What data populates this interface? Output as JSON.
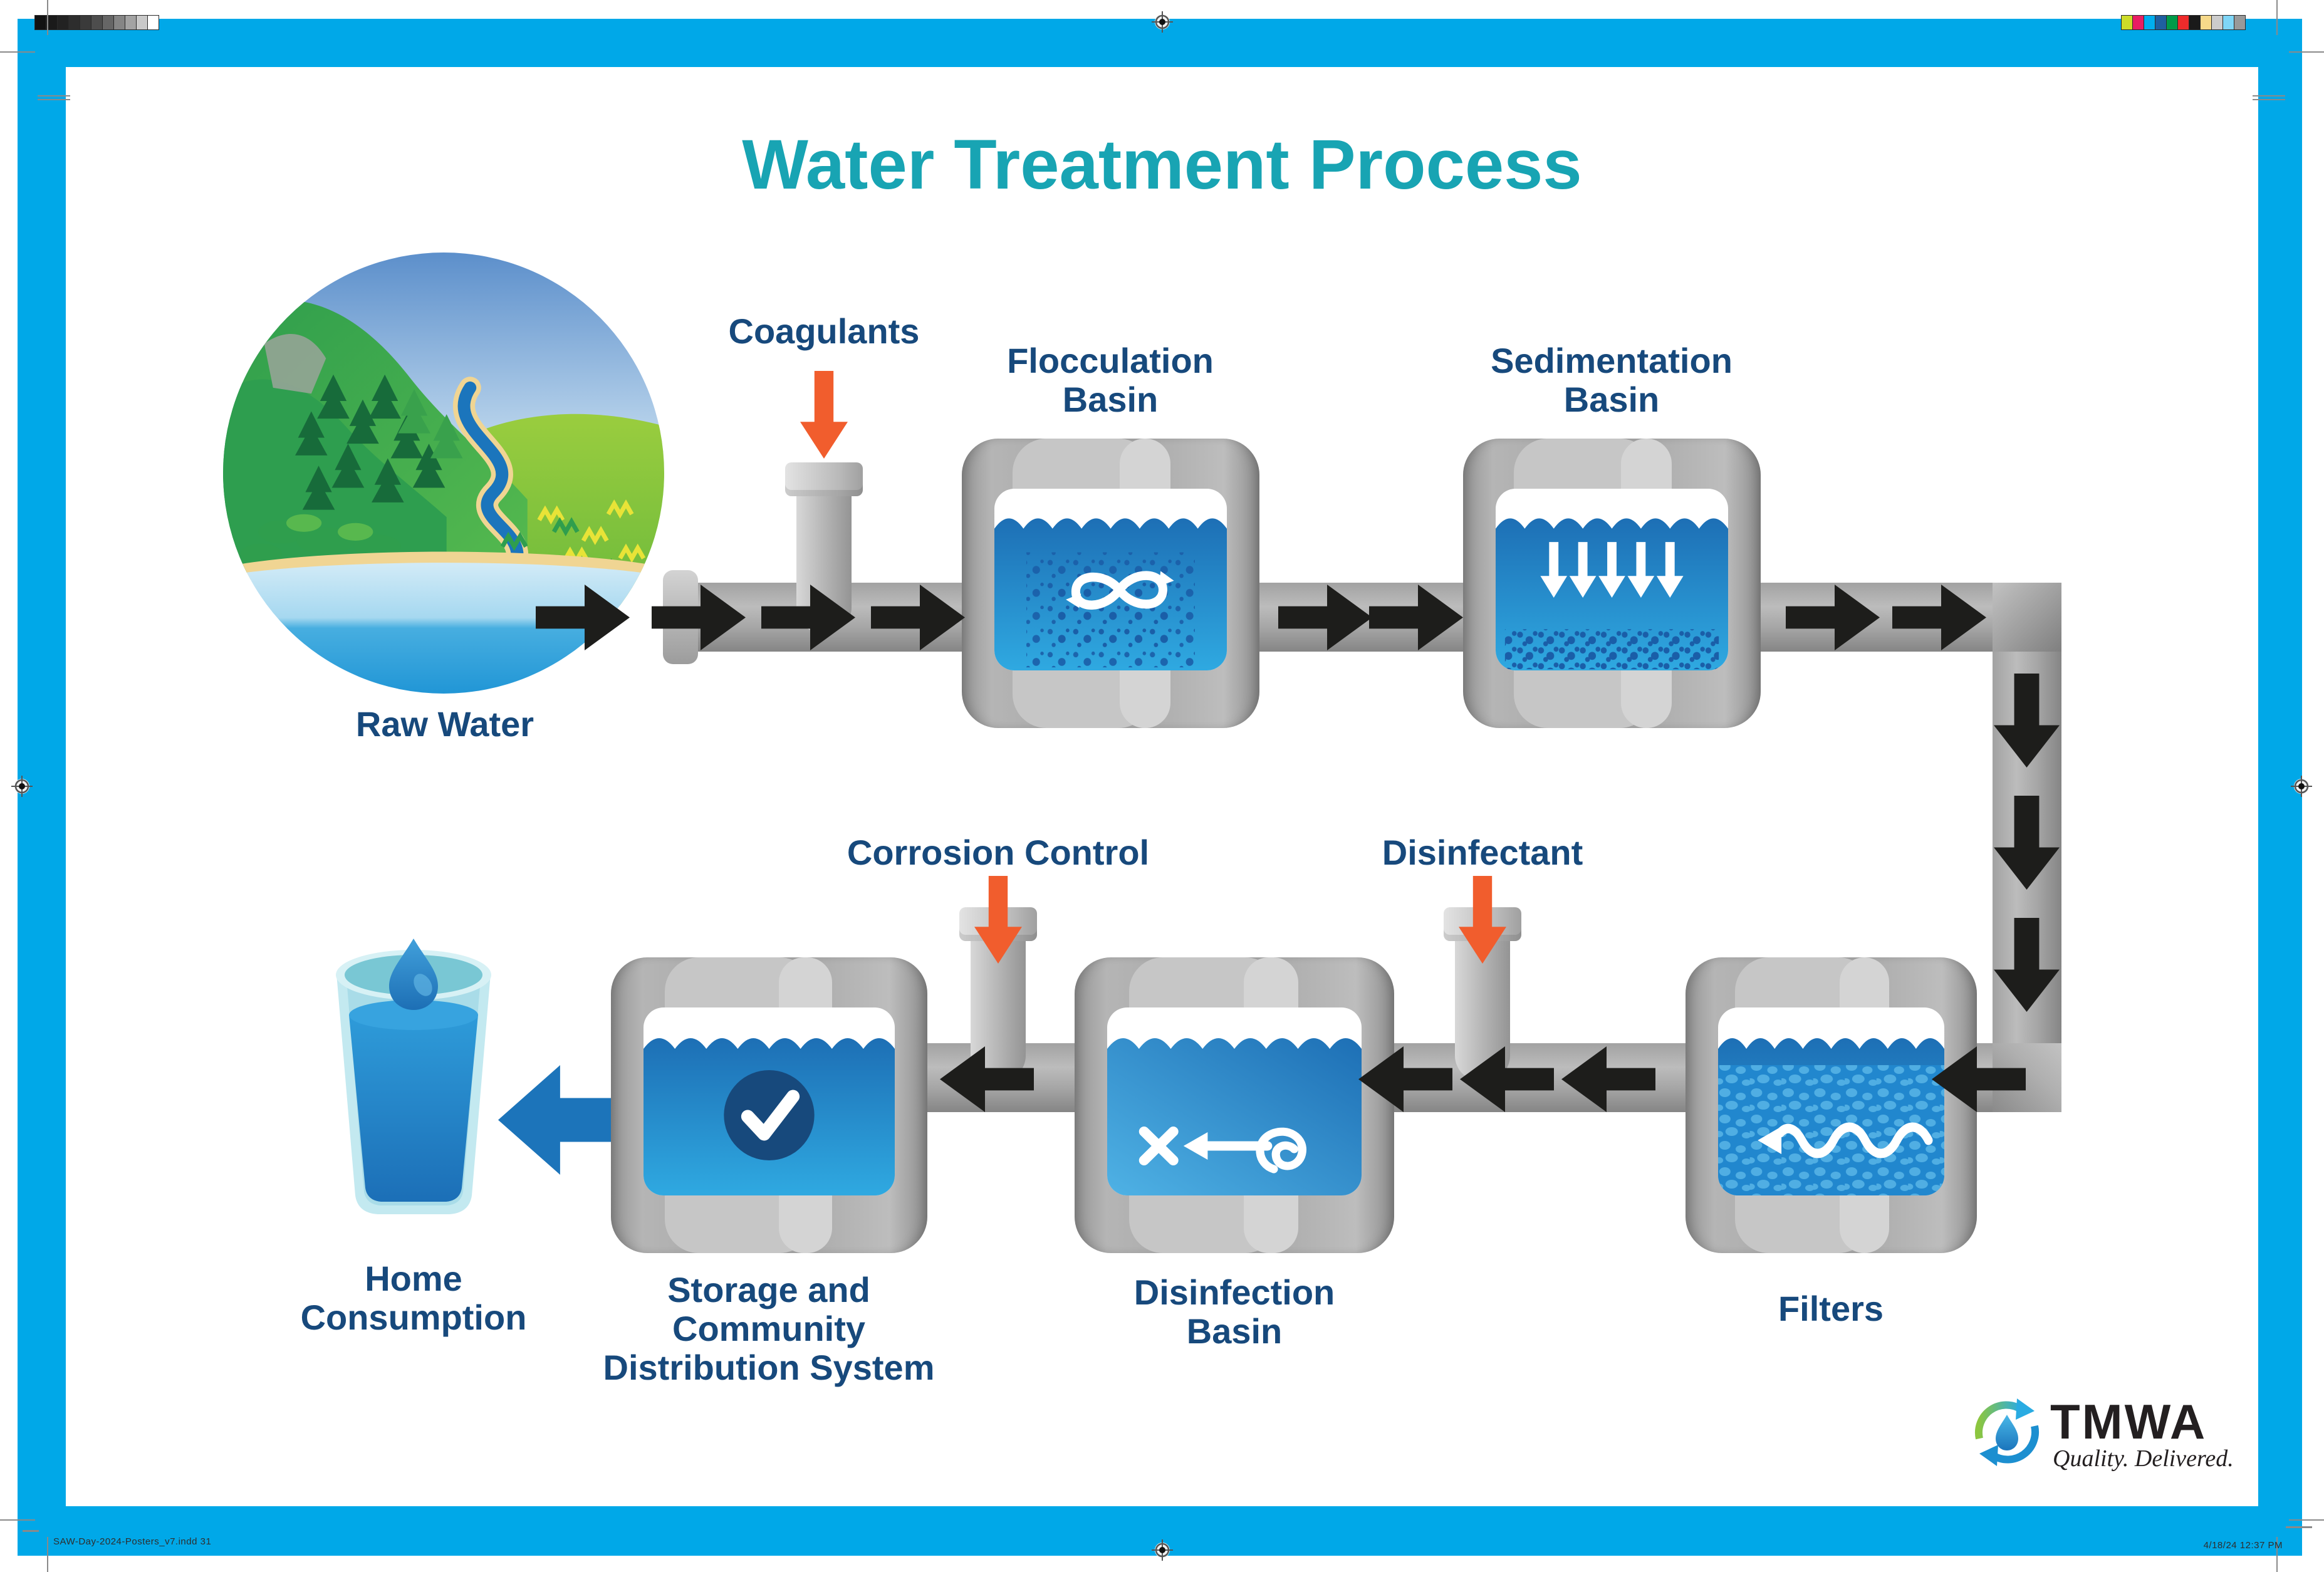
{
  "page": {
    "title": "Water Treatment Process",
    "footer_left": "SAW-Day-2024-Posters_v7.indd   31",
    "footer_right": "4/18/24   12:37 PM"
  },
  "stages": {
    "raw_water": {
      "label": "Raw Water"
    },
    "coagulants": {
      "label": "Coagulants"
    },
    "flocculation_basin": {
      "line1": "Flocculation",
      "line2": "Basin"
    },
    "sedimentation_basin": {
      "line1": "Sedimentation",
      "line2": "Basin"
    },
    "filters": {
      "label": "Filters"
    },
    "disinfectant": {
      "label": "Disinfectant"
    },
    "disinfection_basin": {
      "line1": "Disinfection",
      "line2": "Basin"
    },
    "corrosion_control": {
      "label": "Corrosion Control"
    },
    "storage_distribution": {
      "line1": "Storage and",
      "line2": "Community",
      "line3": "Distribution System"
    },
    "home_consumption": {
      "line1": "Home",
      "line2": "Consumption"
    }
  },
  "logo": {
    "name": "TMWA",
    "tagline": "Quality. Delivered."
  },
  "palette": {
    "frame_blue": "#00A8E8",
    "title_teal": "#18A4B3",
    "label_navy": "#17497C",
    "arrow_black": "#1D1D1B",
    "dose_orange": "#F15D2D",
    "water_dark": "#1D6FB5",
    "water_light": "#2FA9E1",
    "home_arrow_blue": "#1C74BA"
  },
  "print_marks": {
    "grayscale_bar": [
      "#121212",
      "#1a1a1a",
      "#222222",
      "#2d2d2d",
      "#3a3a3a",
      "#4d4d4d",
      "#666666",
      "#858585",
      "#a3a3a3",
      "#c9c9c9",
      "#ffffff"
    ],
    "color_bar": [
      "#cddc29",
      "#e91e63",
      "#00aeef",
      "#1f5fa0",
      "#009a49",
      "#ee2b2b",
      "#1a1a1a",
      "#f6d98a",
      "#cccccc",
      "#7fd6f7",
      "#999999"
    ]
  }
}
